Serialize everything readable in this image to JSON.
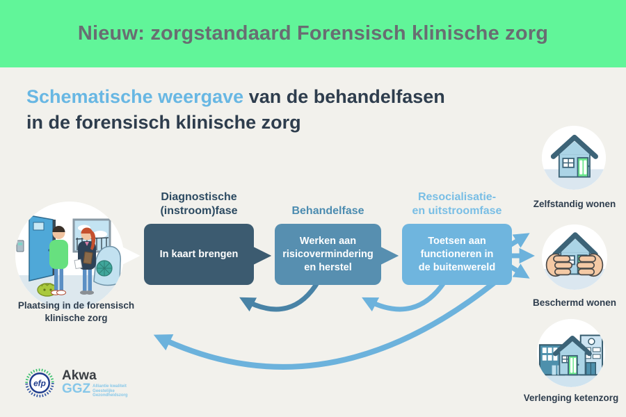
{
  "header": {
    "title": "Nieuw: zorgstandaard Forensisch klinische zorg"
  },
  "title": {
    "highlight": "Schematische weergave",
    "rest": " van de behandelfasen",
    "line2": "in de forensisch klinische zorg"
  },
  "entry": {
    "label_lines": [
      "Plaatsing in de forensisch",
      "klinische zorg"
    ]
  },
  "phases": [
    {
      "label_lines": [
        "Diagnostische",
        "(instroom)fase"
      ],
      "box_lines": [
        "In kaart brengen"
      ],
      "label_color": "#2c4a61",
      "box_color": "#3c5b70"
    },
    {
      "label_lines": [
        "Behandelfase"
      ],
      "box_lines": [
        "Werken aan",
        "risicovermindering",
        "en herstel"
      ],
      "label_color": "#4c8cb0",
      "box_color": "#578fb0"
    },
    {
      "label_lines": [
        "Resocialisatie-",
        "en uitstroomfase"
      ],
      "box_lines": [
        "Toetsen aan",
        "functioneren in",
        "de buitenwereld"
      ],
      "label_color": "#79bee5",
      "box_color": "#6fb5de"
    }
  ],
  "outcomes": [
    {
      "label": "Zelfstandig wonen",
      "icon": "house-icon"
    },
    {
      "label": "Beschermd wonen",
      "icon": "house-hands-icon"
    },
    {
      "label": "Verlenging ketenzorg",
      "icon": "buildings-icon"
    }
  ],
  "logos": {
    "efp": "efp",
    "akwa": "Akwa",
    "ggz": "GGZ",
    "tagline_lines": [
      "Alliantie kwaliteit",
      "Geestelijke",
      "Gezondheidszorg"
    ]
  },
  "colors": {
    "banner_bg": "#61f599",
    "banner_text": "#696d72",
    "background": "#f2f1ec",
    "title_highlight": "#68b7e3",
    "title_dark": "#2e3d4d",
    "feedback_arc_dark": "#4983a6",
    "feedback_arc_light": "#6cb2dc"
  }
}
